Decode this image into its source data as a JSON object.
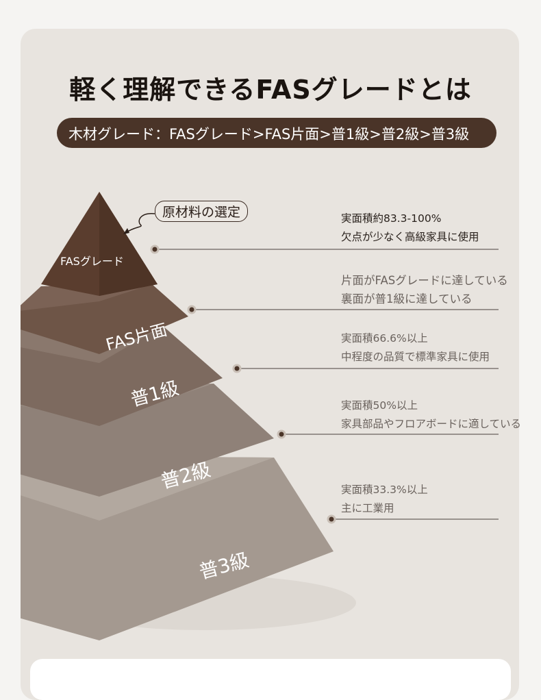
{
  "title": "軽く理解できるFASグレードとは",
  "banner": "木材グレード：FASグレード>FAS片面>普1級>普2級>普3級",
  "callout": "原材料の選定",
  "tiers": [
    {
      "label": "FASグレード",
      "line1": "実面積約83.3-100%",
      "line2": "欠点が少なく高級家具に使用"
    },
    {
      "label": "FAS片面",
      "line1": "片面がFASグレードに達している",
      "line2": "裏面が普1級に達している"
    },
    {
      "label": "普1級",
      "line1": "実面積66.6%以上",
      "line2": "中程度の品質で標準家具に使用"
    },
    {
      "label": "普2級",
      "line1": "実面積50%以上",
      "line2": "家具部品やフロアボードに適している"
    },
    {
      "label": "普3級",
      "line1": "実面積33.3%以上",
      "line2": "主に工業用"
    }
  ],
  "colors": {
    "tier1": "#5a3d2e",
    "tier2": "#6e5547",
    "tier3": "#7d6a5f",
    "tier4": "#8f8178",
    "tier5": "#a49990",
    "banner": "#4a3428"
  }
}
